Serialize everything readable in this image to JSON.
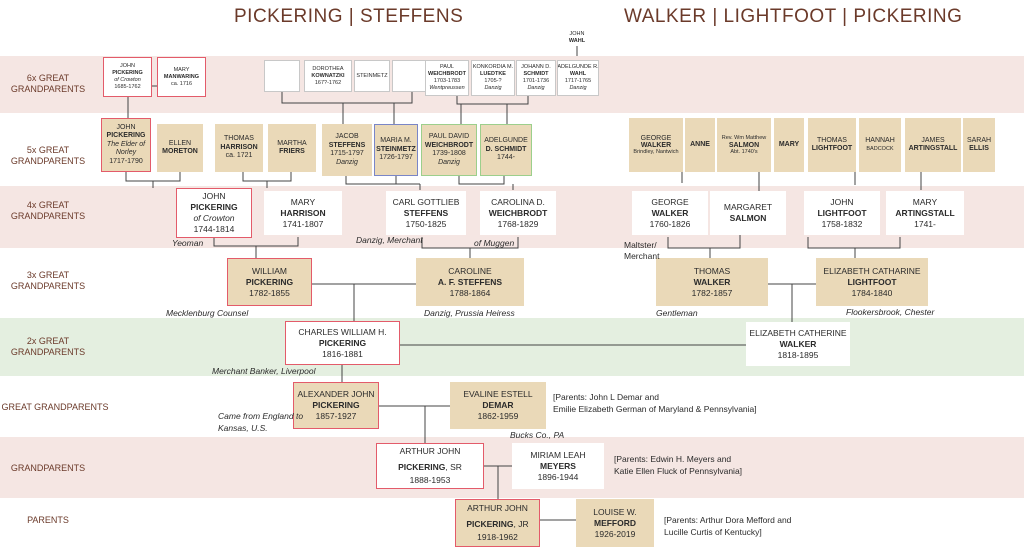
{
  "headers": {
    "left": "PICKERING | STEFFENS",
    "right": "WALKER | LIGHTFOOT | PICKERING"
  },
  "rows": [
    "6x GREAT GRANDPARENTS",
    "5x GREAT GRANDPARENTS",
    "4x GREAT GRANDPARENTS",
    "3x GREAT GRANDPARENTS",
    "2x GREAT GRANDPARENTS",
    "GREAT GRANDPARENTS",
    "GRANDPARENTS",
    "PARENTS"
  ],
  "colors": {
    "band_pink": "#f5e6e3",
    "band_green": "#e4efe0",
    "tan": "#ead9b8",
    "red": "#e35b6a",
    "blue": "#7a86c7",
    "green": "#9ccf8c",
    "label": "#6b3a2a"
  },
  "people": {
    "g6_john": {
      "l1": "JOHN",
      "sn": "PICKERING",
      "ex": "of Crowton",
      "dt": "1685-1762"
    },
    "g6_mary": {
      "l1": "MARY",
      "sn": "MANWARING",
      "dt": "ca. 1716"
    },
    "g6_blank1": {},
    "g6_dorothea": {
      "l1": "DOROTHEA",
      "sn": "KOWNATZKI",
      "dt": "167?-1762"
    },
    "g6_steinmetz": {
      "l1": "STEINMETZ"
    },
    "g6_blank2": {},
    "g6_paul": {
      "l1": "PAUL",
      "sn": "WEICHBRODT",
      "dt": "1703-1783",
      "ex": "Wentpreussen"
    },
    "g6_konkordia": {
      "l1": "KONKORDIA M.",
      "sn": "LUEDTKE",
      "dt": "1705-?",
      "ex": "Danzig"
    },
    "g6_johannd": {
      "l1": "JOHANN D.",
      "sn": "SCHMIDT",
      "dt": "1701-1736",
      "ex": "Danzig"
    },
    "g6_adelgunde": {
      "l1": "ADELGUNDE R.",
      "sn": "WAHL",
      "dt": "1717-1765",
      "ex": "Danzig"
    },
    "g6_johnwahl": {
      "l1": "JOHN",
      "sn": "WAHL"
    },
    "g5_john": {
      "l1": "JOHN",
      "sn": "PICKERING",
      "ex": "The Elder of Norley",
      "dt": "1717-1790"
    },
    "g5_ellen": {
      "l1": "ELLEN",
      "sn": "MORETON"
    },
    "g5_thomas": {
      "l1": "THOMAS",
      "sn": "HARRISON",
      "dt": "ca. 1721"
    },
    "g5_martha": {
      "l1": "MARTHA",
      "sn": "FRIERS"
    },
    "g5_jacob": {
      "l1": "JACOB",
      "sn": "STEFFENS",
      "dt": "1715-1797",
      "ex": "Danzig"
    },
    "g5_maria": {
      "l1": "MARIA M.",
      "sn": "STEINMETZ",
      "dt": "1726-1797"
    },
    "g5_pauldavid": {
      "l1": "PAUL DAVID",
      "sn": "WEICHBRODT",
      "dt": "1739-1808",
      "ex": "Danzig"
    },
    "g5_adelgunde": {
      "l1": "ADELGUNDE",
      "sn": "D. SCHMIDT",
      "dt": "1744-"
    },
    "g5_george": {
      "l1": "GEORGE",
      "sn": "WALKER",
      "dt": "Brindley, Nantwich"
    },
    "g5_anne": {
      "sn": "ANNE"
    },
    "g5_wm": {
      "l1": "Rev. Wm Matthew",
      "sn": "SALMON",
      "dt": "Abt. 1740's"
    },
    "g5_mary": {
      "sn": "MARY"
    },
    "g5_thomaslf": {
      "l1": "THOMAS",
      "sn": "LIGHTFOOT"
    },
    "g5_hannah": {
      "l1": "HANNAH",
      "dt": "BADCOCK"
    },
    "g5_james": {
      "l1": "JAMES",
      "sn": "ARTINGSTALL"
    },
    "g5_sarah": {
      "l1": "SARAH",
      "sn": "ELLIS"
    },
    "g4_john": {
      "l1": "JOHN",
      "sn": "PICKERING",
      "ex": "of Crowton",
      "dt": "1744-1814"
    },
    "g4_mary": {
      "l1": "MARY",
      "sn": "HARRISON",
      "dt": "1741-1807"
    },
    "g4_carl": {
      "l1": "CARL GOTTLIEB",
      "sn": "STEFFENS",
      "dt": "1750-1825"
    },
    "g4_carolina": {
      "l1": "CAROLINA D.",
      "sn": "WEICHBRODT",
      "dt": "1768-1829"
    },
    "g4_george": {
      "l1": "GEORGE",
      "sn": "WALKER",
      "dt": "1760-1826"
    },
    "g4_margaret": {
      "l1": "MARGARET",
      "sn": "SALMON"
    },
    "g4_johnlf": {
      "l1": "JOHN",
      "sn": "LIGHTFOOT",
      "dt": "1758-1832"
    },
    "g4_mary2": {
      "l1": "MARY",
      "sn": "ARTINGSTALL",
      "dt": "1741-"
    },
    "g3_william": {
      "l1": "WILLIAM",
      "sn": "PICKERING",
      "dt": "1782-1855"
    },
    "g3_caroline": {
      "l1": "CAROLINE",
      "sn": "A. F. STEFFENS",
      "dt": "1788-1864"
    },
    "g3_thomas": {
      "l1": "THOMAS",
      "sn": "WALKER",
      "dt": "1782-1857"
    },
    "g3_elizabeth": {
      "l1": "ELIZABETH CATHARINE",
      "sn": "LIGHTFOOT",
      "dt": "1784-1840"
    },
    "g2_charles": {
      "l1": "CHARLES WILLIAM H.",
      "sn": "PICKERING",
      "dt": "1816-1881"
    },
    "g2_elizabeth": {
      "l1": "ELIZABETH CATHERINE",
      "sn": "WALKER",
      "dt": "1818-1895"
    },
    "g1_alexander": {
      "l1": "ALEXANDER JOHN",
      "sn": "PICKERING",
      "dt": "1857-1927"
    },
    "g1_evaline": {
      "l1": "EVALINE ESTELL",
      "sn": "DEMAR",
      "dt": "1862-1959"
    },
    "gp_arthur": {
      "l1": "ARTHUR JOHN",
      "sn": "PICKERING",
      "sx": ", SR",
      "dt": "1888-1953"
    },
    "gp_miriam": {
      "l1": "MIRIAM  LEAH",
      "sn": "MEYERS",
      "dt": "1896-1944"
    },
    "p_arthur": {
      "l1": "ARTHUR JOHN",
      "sn": "PICKERING",
      "sx": ", JR",
      "dt": "1918-1962"
    },
    "p_louise": {
      "l1": "LOUISE W.",
      "sn": "MEFFORD",
      "dt": "1926-2019"
    }
  },
  "notes": {
    "yeoman": "Yeoman",
    "danzig_merchant": "Danzig, Merchant",
    "muggen": "of Muggen",
    "maltster": "Maltster/ Merchant",
    "mecklenburg": "Mecklenburg Counsel",
    "prussia": "Danzig, Prussia Heiress",
    "gentleman": "Gentleman",
    "flookersbrook": "Flookersbrook, Chester",
    "merchant_banker": "Merchant Banker, Liverpool",
    "came_from": "Came from England to Kansas, U.S.",
    "bucks": "Bucks Co., PA"
  },
  "parents_notes": {
    "demar_1": "[Parents: John L Demar and",
    "demar_2": "Emilie Elizabeth German of Maryland & Pennsylvania]",
    "meyers_1": "[Parents: Edwin H. Meyers and",
    "meyers_2": "Katie Ellen Fluck of Pennsylvania]",
    "mefford_1": "[Parents: Arthur Dora Mefford and",
    "mefford_2": "Lucille Curtis of Kentucky]"
  }
}
